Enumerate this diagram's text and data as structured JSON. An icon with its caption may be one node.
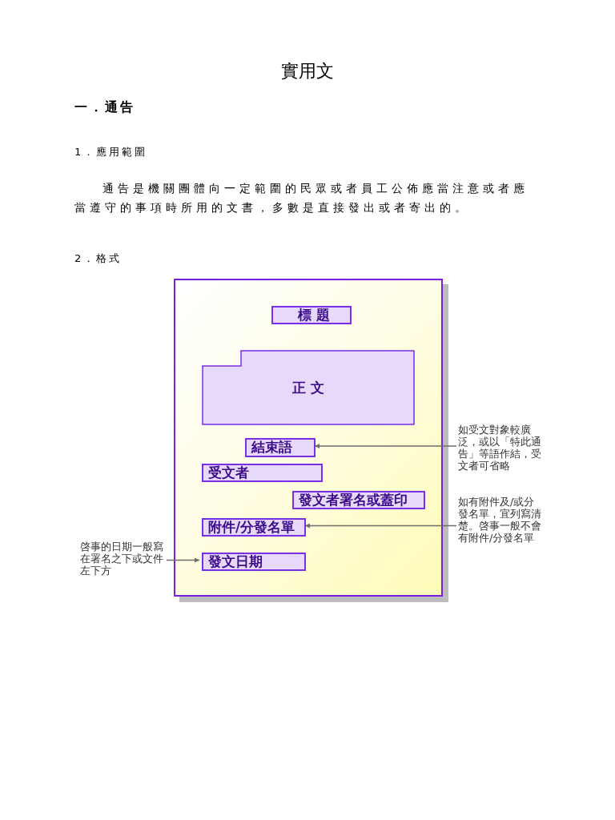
{
  "diagram": {
    "title": "實用文",
    "nodes": [
      {
        "text": [],
        "shape": "box"
      },
      {
        "text": [
          "標 題"
        ],
        "in": 0
      },
      {
        "text": [
          "正 文"
        ],
        "in": 0
      },
      {
        "text": [
          "結束語"
        ],
        "in": 0
      },
      {
        "text": [
          "受文者"
        ],
        "in": 0
      },
      {
        "text": [
          "發文者署名或蓋印"
        ],
        "in": 0
      },
      {
        "text": [
          "附件/分發名單"
        ],
        "in": 0
      },
      {
        "text": [
          "發文日期"
        ],
        "in": 0
      },
      {
        "text": [
          "如受文對象較廣泛，或以「特此通告」等語作結，受文者可省略"
        ]
      },
      {
        "text": [
          "如有附件及/或分發名單，宜列寫清楚。啓事一般不會有附件/分發名單"
        ]
      },
      {
        "text": [
          "啓事的日期一般寫在署名之下或文件左下方"
        ]
      }
    ],
    "edges": [
      {
        "from": 8,
        "to": 3,
        "arrow": "to"
      },
      {
        "from": 9,
        "to": 6,
        "arrow": "to"
      },
      {
        "from": 10,
        "to": 7,
        "arrow": "to"
      }
    ],
    "labels": [
      "一．通告",
      "1．應用範圍",
      "通告是機關團體向一定範圍的民眾或者員工公佈應當注意或者應當遵守的事項時所用的文書，多數是直接發出或者寄出的。",
      "2．格式"
    ]
  }
}
